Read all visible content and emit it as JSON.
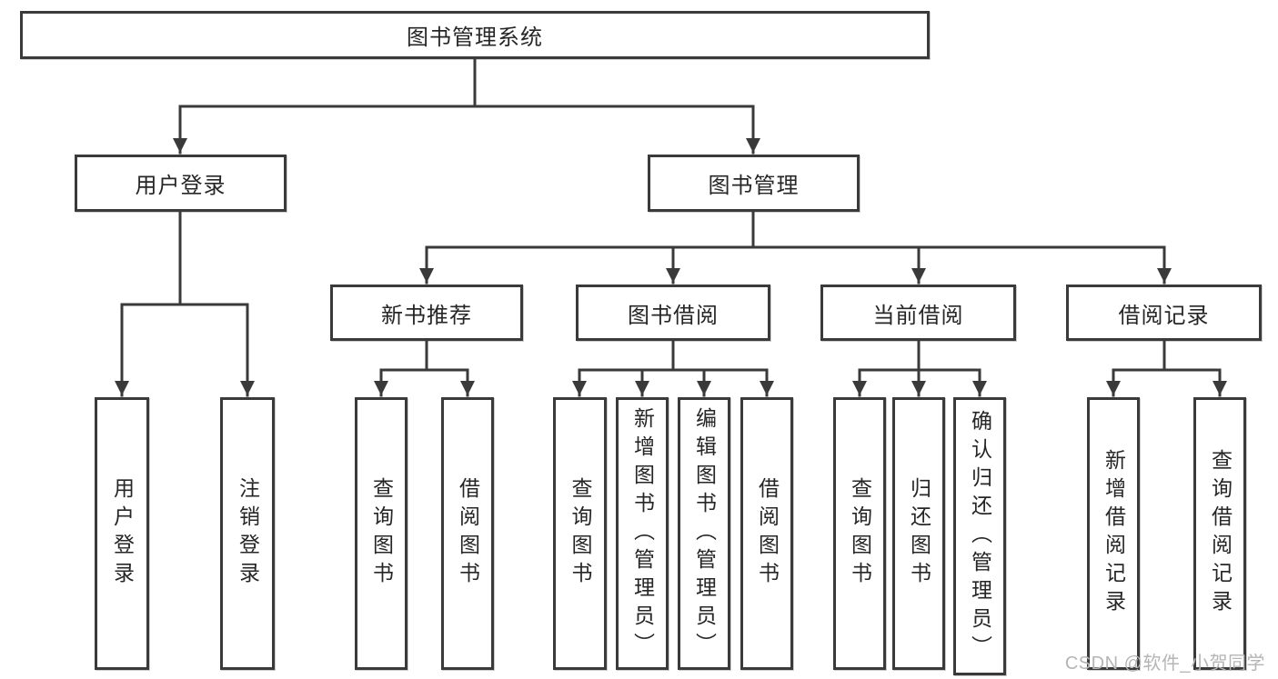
{
  "diagram": {
    "root": {
      "label": "图书管理系统"
    },
    "branches": [
      {
        "label": "用户登录",
        "leaves": [
          {
            "label": "用户登录"
          },
          {
            "label": "注销登录"
          }
        ]
      },
      {
        "label": "图书管理",
        "sections": [
          {
            "label": "新书推荐",
            "leaves": [
              {
                "label": "查询图书"
              },
              {
                "label": "借阅图书"
              }
            ]
          },
          {
            "label": "图书借阅",
            "leaves": [
              {
                "label": "查询图书"
              },
              {
                "label": "新增图书（管理员）"
              },
              {
                "label": "编辑图书（管理员）"
              },
              {
                "label": "借阅图书"
              }
            ]
          },
          {
            "label": "当前借阅",
            "leaves": [
              {
                "label": "查询图书"
              },
              {
                "label": "归还图书"
              },
              {
                "label": "确认归还（管理员）"
              }
            ]
          },
          {
            "label": "借阅记录",
            "leaves": [
              {
                "label": "新增借阅记录"
              },
              {
                "label": "查询借阅记录"
              }
            ]
          }
        ]
      }
    ]
  },
  "watermark": {
    "text": "CSDN @软件_小贺同学"
  },
  "colors": {
    "line": "#3a3a3a",
    "text": "#262626",
    "background": "#ffffff",
    "watermark": "#b5b5b5"
  }
}
